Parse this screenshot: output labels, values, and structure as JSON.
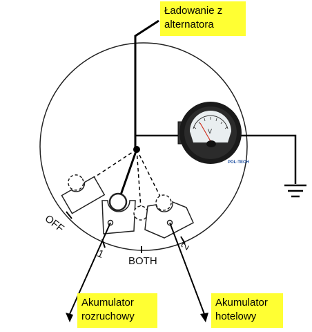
{
  "labels": {
    "alternator": [
      "Ładowanie z",
      "alternatora"
    ],
    "starter_battery": [
      "Akumulator",
      "rozruchowy"
    ],
    "house_battery": [
      "Akumulator",
      "hotelowy"
    ]
  },
  "switch_positions": {
    "off": "OFF",
    "one": "1",
    "both": "BOTH",
    "two": "2"
  },
  "voltmeter": {
    "unit": "V",
    "brand": "POL-TECH"
  },
  "colors": {
    "label_background": "#ffff33",
    "line": "#000000",
    "voltmeter_body": "#1a1a1a",
    "needle": "#d03020"
  }
}
